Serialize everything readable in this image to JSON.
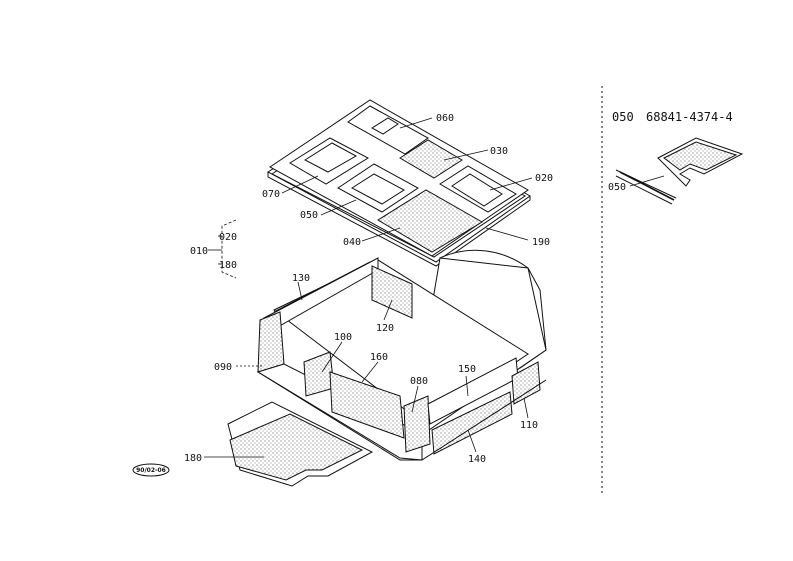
{
  "inset": {
    "callout_number": "050",
    "part_number": "68841-4374-4",
    "leader_label": "050"
  },
  "labels": {
    "p060": "060",
    "p030": "030",
    "p020": "020",
    "p070": "070",
    "p050": "050",
    "p040": "040",
    "p190": "190",
    "p010": "010",
    "p010_sub1": "020",
    "p010_sub2": "180",
    "p130": "130",
    "p120": "120",
    "p100": "100",
    "p160": "160",
    "p090": "090",
    "p080": "080",
    "p150": "150",
    "p110": "110",
    "p140": "140",
    "p180": "180"
  },
  "stamp": "90/02-06",
  "colors": {
    "line": "#111111",
    "background": "#ffffff"
  }
}
